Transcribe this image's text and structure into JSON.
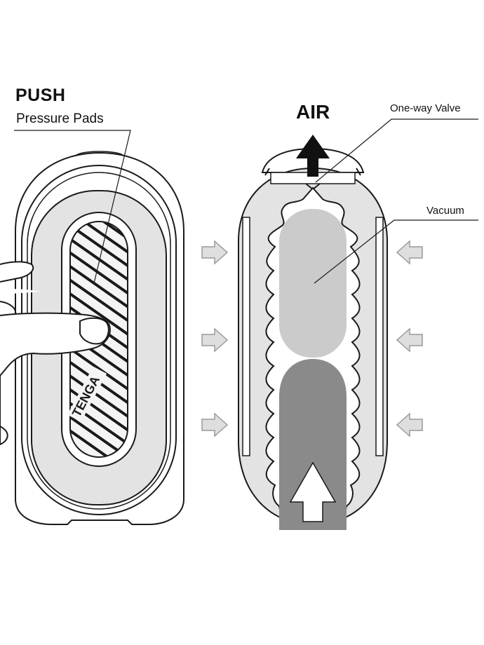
{
  "labels": {
    "push": "PUSH",
    "pressure_pads": "Pressure Pads",
    "air": "AIR",
    "one_way_valve": "One-way Valve",
    "vacuum": "Vacuum"
  },
  "logo_text": "TENGA",
  "colors": {
    "outline": "#1a1a1a",
    "body_fill": "#e3e3e3",
    "pad_fill": "#f2f2f2",
    "vacuum_light": "#cbcbcb",
    "vacuum_dark": "#8a8a8a",
    "arrow_fill": "#dedede",
    "arrow_stroke": "#9a9a9a"
  },
  "icons": [
    "push-arrow-icon",
    "air-up-arrow-icon",
    "finger-icon"
  ]
}
